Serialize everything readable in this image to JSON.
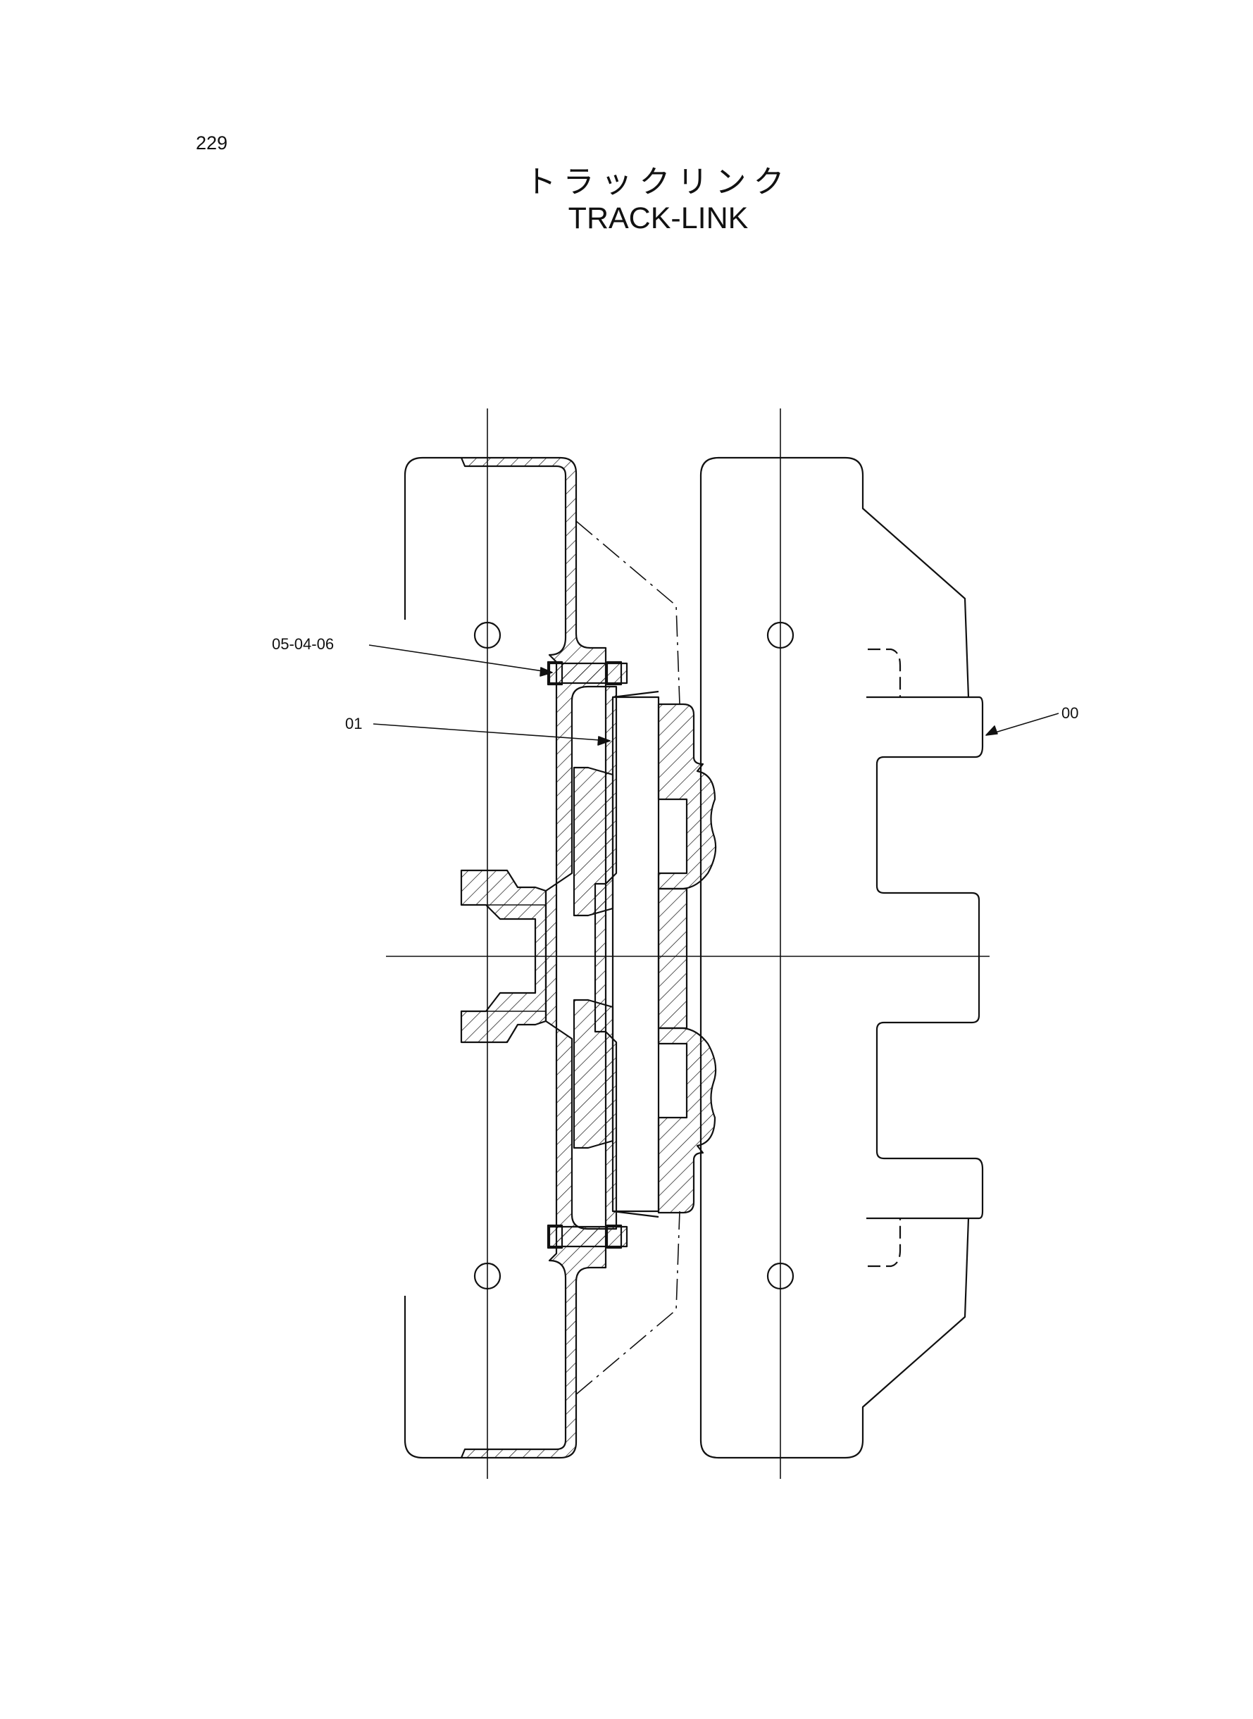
{
  "page": {
    "number": "229"
  },
  "title": {
    "japanese": "トラックリンク",
    "english": "TRACK-LINK"
  },
  "callouts": [
    {
      "id": "bolt",
      "label": "05-04-06"
    },
    {
      "id": "pin",
      "label": "01"
    },
    {
      "id": "link",
      "label": "00"
    }
  ],
  "colors": {
    "line": "#111111",
    "background": "#ffffff"
  }
}
